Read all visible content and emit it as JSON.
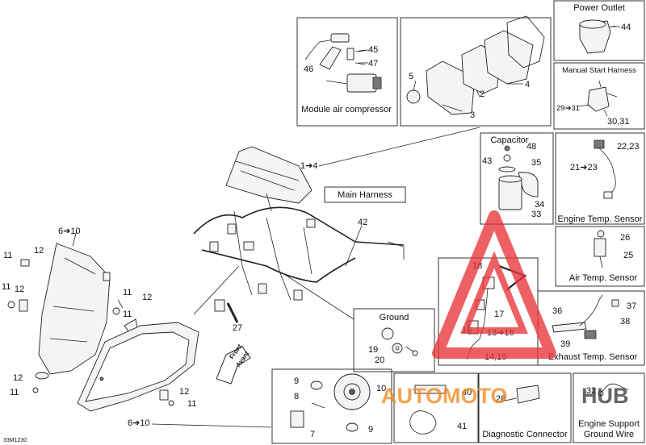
{
  "boxes": {
    "power_outlet": "Power Outlet",
    "manual_start_harness": "Manual Start Harness",
    "module_air_compressor": "Module air compressor",
    "capacitor": "Capacitor",
    "engine_temp_sensor": "Engine Temp. Sensor",
    "air_temp_sensor": "Air Temp. Sensor",
    "exhaust_temp_sensor": "Exhaust Temp. Sensor",
    "main_harness": "Main Harness",
    "ground": "Ground",
    "diagnostic_connector": "Diagnostic Connector",
    "engine_support_ground_wire_1": "Engine Support",
    "engine_support_ground_wire_2": "Ground Wire",
    "front_avant_1": "Front",
    "front_avant_2": "Avant"
  },
  "callouts": {
    "c44": "44",
    "c45": "45",
    "c47": "47",
    "c46": "46",
    "c5": "5",
    "c2": "2",
    "c3": "3",
    "c4": "4",
    "c29_31": "29➔31",
    "c30_31": "30,31",
    "c48": "48",
    "c43": "43",
    "c35": "35",
    "c34": "34",
    "c33": "33",
    "c22_23": "22,23",
    "c21_23": "21➔23",
    "c1_4": "1➔4",
    "c42": "42",
    "c26": "26",
    "c25": "25",
    "c18": "18",
    "c17": "17",
    "c16": "16",
    "c13_16": "13➔16",
    "c14_15": "14,15",
    "c36": "36",
    "c37": "37",
    "c38": "38",
    "c39": "39",
    "c6_10a": "6➔10",
    "c6_10b": "6➔10",
    "c11a": "11",
    "c11b": "11",
    "c11c": "11",
    "c11d": "11",
    "c11e": "11",
    "c11f": "11",
    "c12a": "12",
    "c12b": "12",
    "c12c": "12",
    "c12d": "12",
    "c12e": "12",
    "c27": "27",
    "c19": "19",
    "c20": "20",
    "c9a": "9",
    "c9b": "9",
    "c8": "8",
    "c7": "7",
    "c10": "10",
    "c40": "40",
    "c41": "41",
    "c28": "28",
    "c32": "32"
  },
  "figure_code": "33M1230",
  "watermark": {
    "text_orange": "AUTOMOTO",
    "text_dark": "HUB",
    "color_orange": "#f08a24",
    "color_dark": "#3a3a3a",
    "color_red": "#e8353a"
  }
}
